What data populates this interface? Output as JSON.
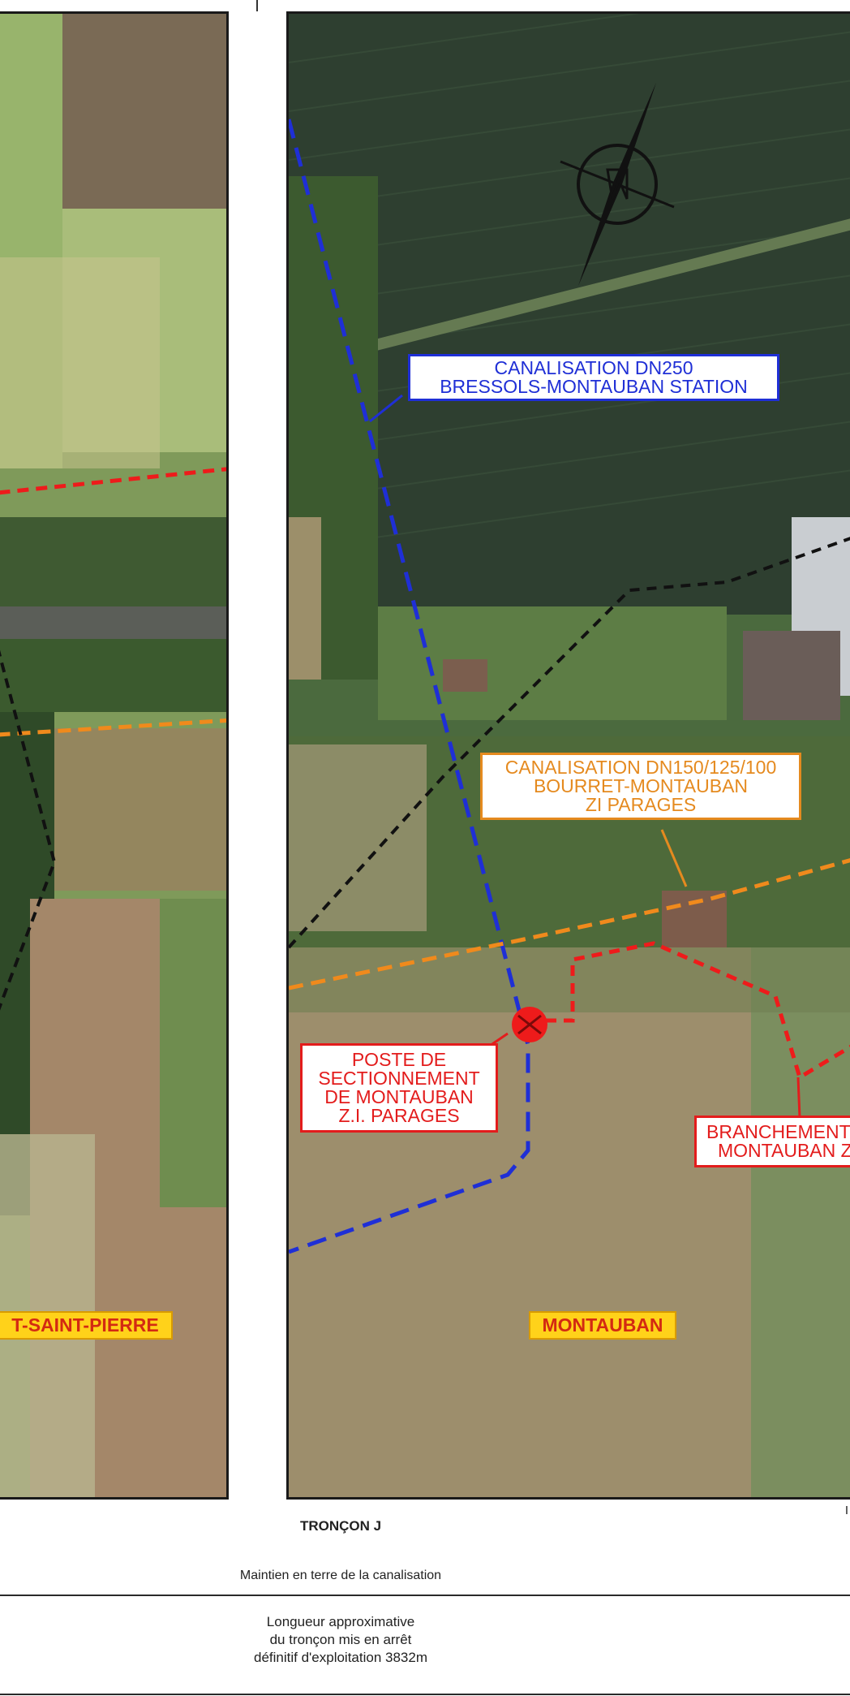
{
  "map": {
    "labels": {
      "pipe_dn250_line1": "CANALISATION DN250",
      "pipe_dn250_line2": "BRESSOLS-MONTAUBAN STATION",
      "pipe_dn150_line1": "CANALISATION DN150/125/100",
      "pipe_dn150_line2": "BOURRET-MONTAUBAN",
      "pipe_dn150_line3": "ZI PARAGES",
      "station_line1": "POSTE DE",
      "station_line2": "SECTIONNEMENT",
      "station_line3": "DE MONTAUBAN",
      "station_line4": "Z.I. PARAGES",
      "branch_line1": "BRANCHEMENT",
      "branch_line2": "MONTAUBAN Z",
      "town_left": "T-SAINT-PIERRE",
      "town_right": "MONTAUBAN"
    },
    "colors": {
      "pipe_blue": "#1f2fd6",
      "pipe_orange": "#f08a1c",
      "pipe_red": "#ee1b1b",
      "boundary_black": "#111111",
      "town_label_fill": "#ffd21a"
    },
    "icons": [
      "north-arrow-icon",
      "valve-station-icon"
    ]
  },
  "footer": {
    "section_title": "TRONÇON J",
    "right_fragment": "I",
    "maintenance_note": "Maintien en terre de la canalisation",
    "length_line1": "Longueur approximative",
    "length_line2": "du tronçon mis en arrêt",
    "length_line3": "définitif d'exploitation 3832m"
  }
}
